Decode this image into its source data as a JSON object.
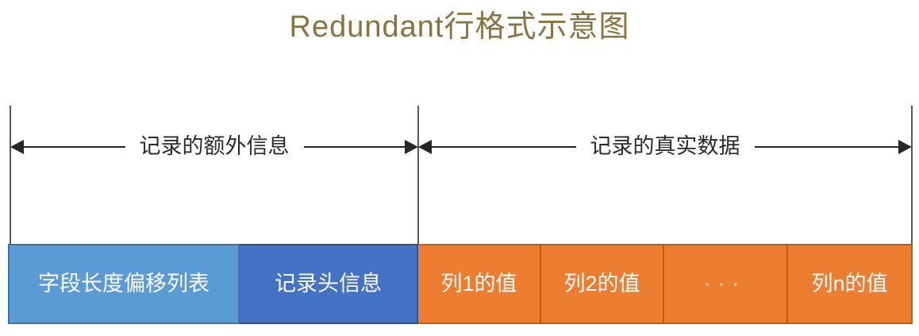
{
  "title": "Redundant行格式示意图",
  "sections": [
    {
      "id": "extra-info",
      "label": "记录的额外信息"
    },
    {
      "id": "real-data",
      "label": "记录的真实数据"
    }
  ],
  "boxes": [
    {
      "id": "field-length-offset-list",
      "label": "字段长度偏移列表",
      "fill": "#5B9BD5",
      "border": "#41719C"
    },
    {
      "id": "record-header-info",
      "label": "记录头信息",
      "fill": "#4472C4",
      "border": "#2F528F"
    },
    {
      "id": "col1-value",
      "label": "列1的值",
      "fill": "#ED7D31",
      "border": "#C55A11"
    },
    {
      "id": "col2-value",
      "label": "列2的值",
      "fill": "#ED7D31",
      "border": "#C55A11"
    },
    {
      "id": "ellipsis",
      "label": "···",
      "fill": "#ED7D31",
      "border": "#C55A11"
    },
    {
      "id": "coln-value",
      "label": "列n的值",
      "fill": "#ED7D31",
      "border": "#C55A11"
    }
  ],
  "colors": {
    "title_text": "#8A7340",
    "arrow_line": "#262626",
    "vertical_line": "#595959",
    "box_text": "#FFFFFF"
  }
}
